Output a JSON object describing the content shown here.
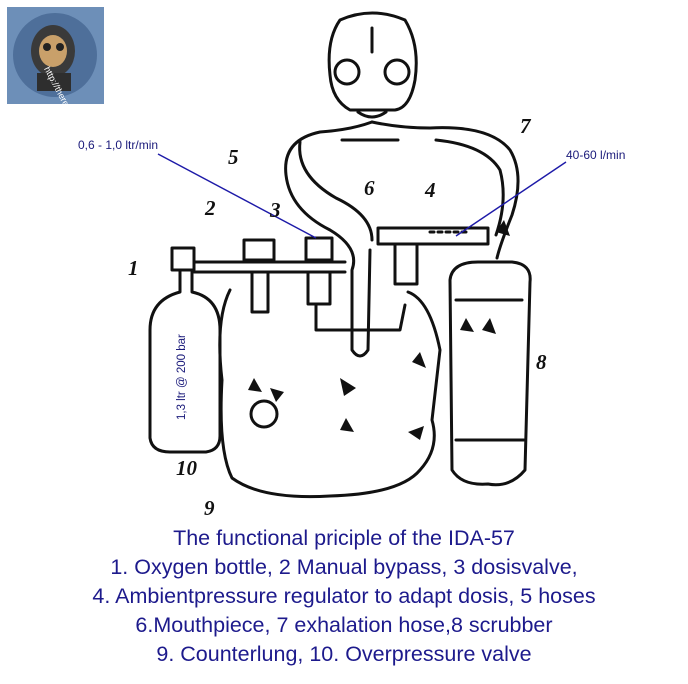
{
  "logo": {
    "url_text": "http://therebreathersite.nl"
  },
  "annotations": {
    "dose_flow": "0,6 - 1,0 ltr/min",
    "regulator_flow": "40-60 l/min",
    "bottle_spec": "1,3 ltr @ 200 bar"
  },
  "part_numbers": [
    "1",
    "2",
    "3",
    "4",
    "5",
    "6",
    "7",
    "8",
    "9",
    "10"
  ],
  "caption": {
    "title": "The functional priciple of the IDA-57",
    "line1": "1. Oxygen bottle, 2 Manual bypass, 3 dosisvalve,",
    "line2": "4. Ambientpressure regulator to adapt dosis, 5 hoses",
    "line3": "6.Mouthpiece, 7 exhalation hose,8 scrubber",
    "line4": "9. Counterlung, 10. Overpressure valve"
  }
}
